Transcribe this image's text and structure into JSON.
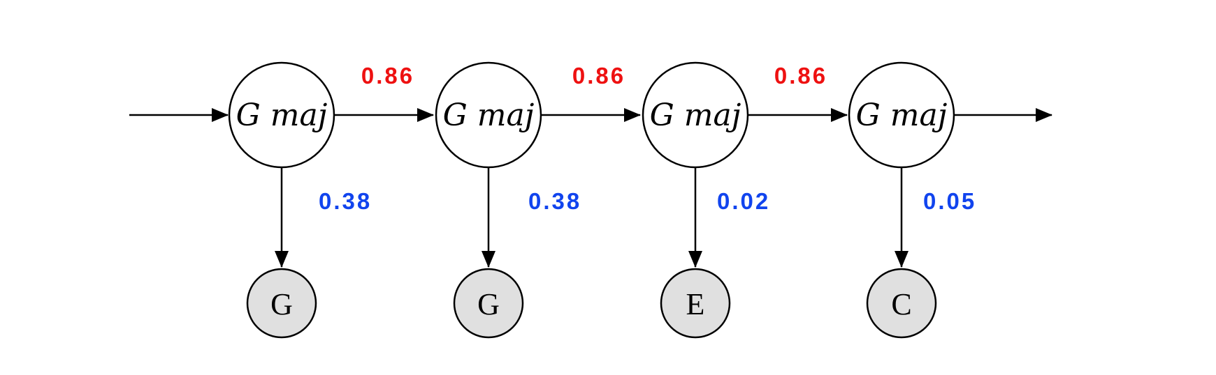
{
  "colors": {
    "transition": "#ee1111",
    "emission": "#1144ee",
    "state_fill": "#ffffff",
    "observation_fill": "#e0e0e0",
    "stroke": "#000000"
  },
  "states": [
    {
      "label": "G maj"
    },
    {
      "label": "G maj"
    },
    {
      "label": "G maj"
    },
    {
      "label": "G maj"
    }
  ],
  "observations": [
    {
      "label": "G"
    },
    {
      "label": "G"
    },
    {
      "label": "E"
    },
    {
      "label": "C"
    }
  ],
  "transition_probabilities": [
    "0.86",
    "0.86",
    "0.86"
  ],
  "emission_probabilities": [
    "0.38",
    "0.38",
    "0.02",
    "0.05"
  ]
}
